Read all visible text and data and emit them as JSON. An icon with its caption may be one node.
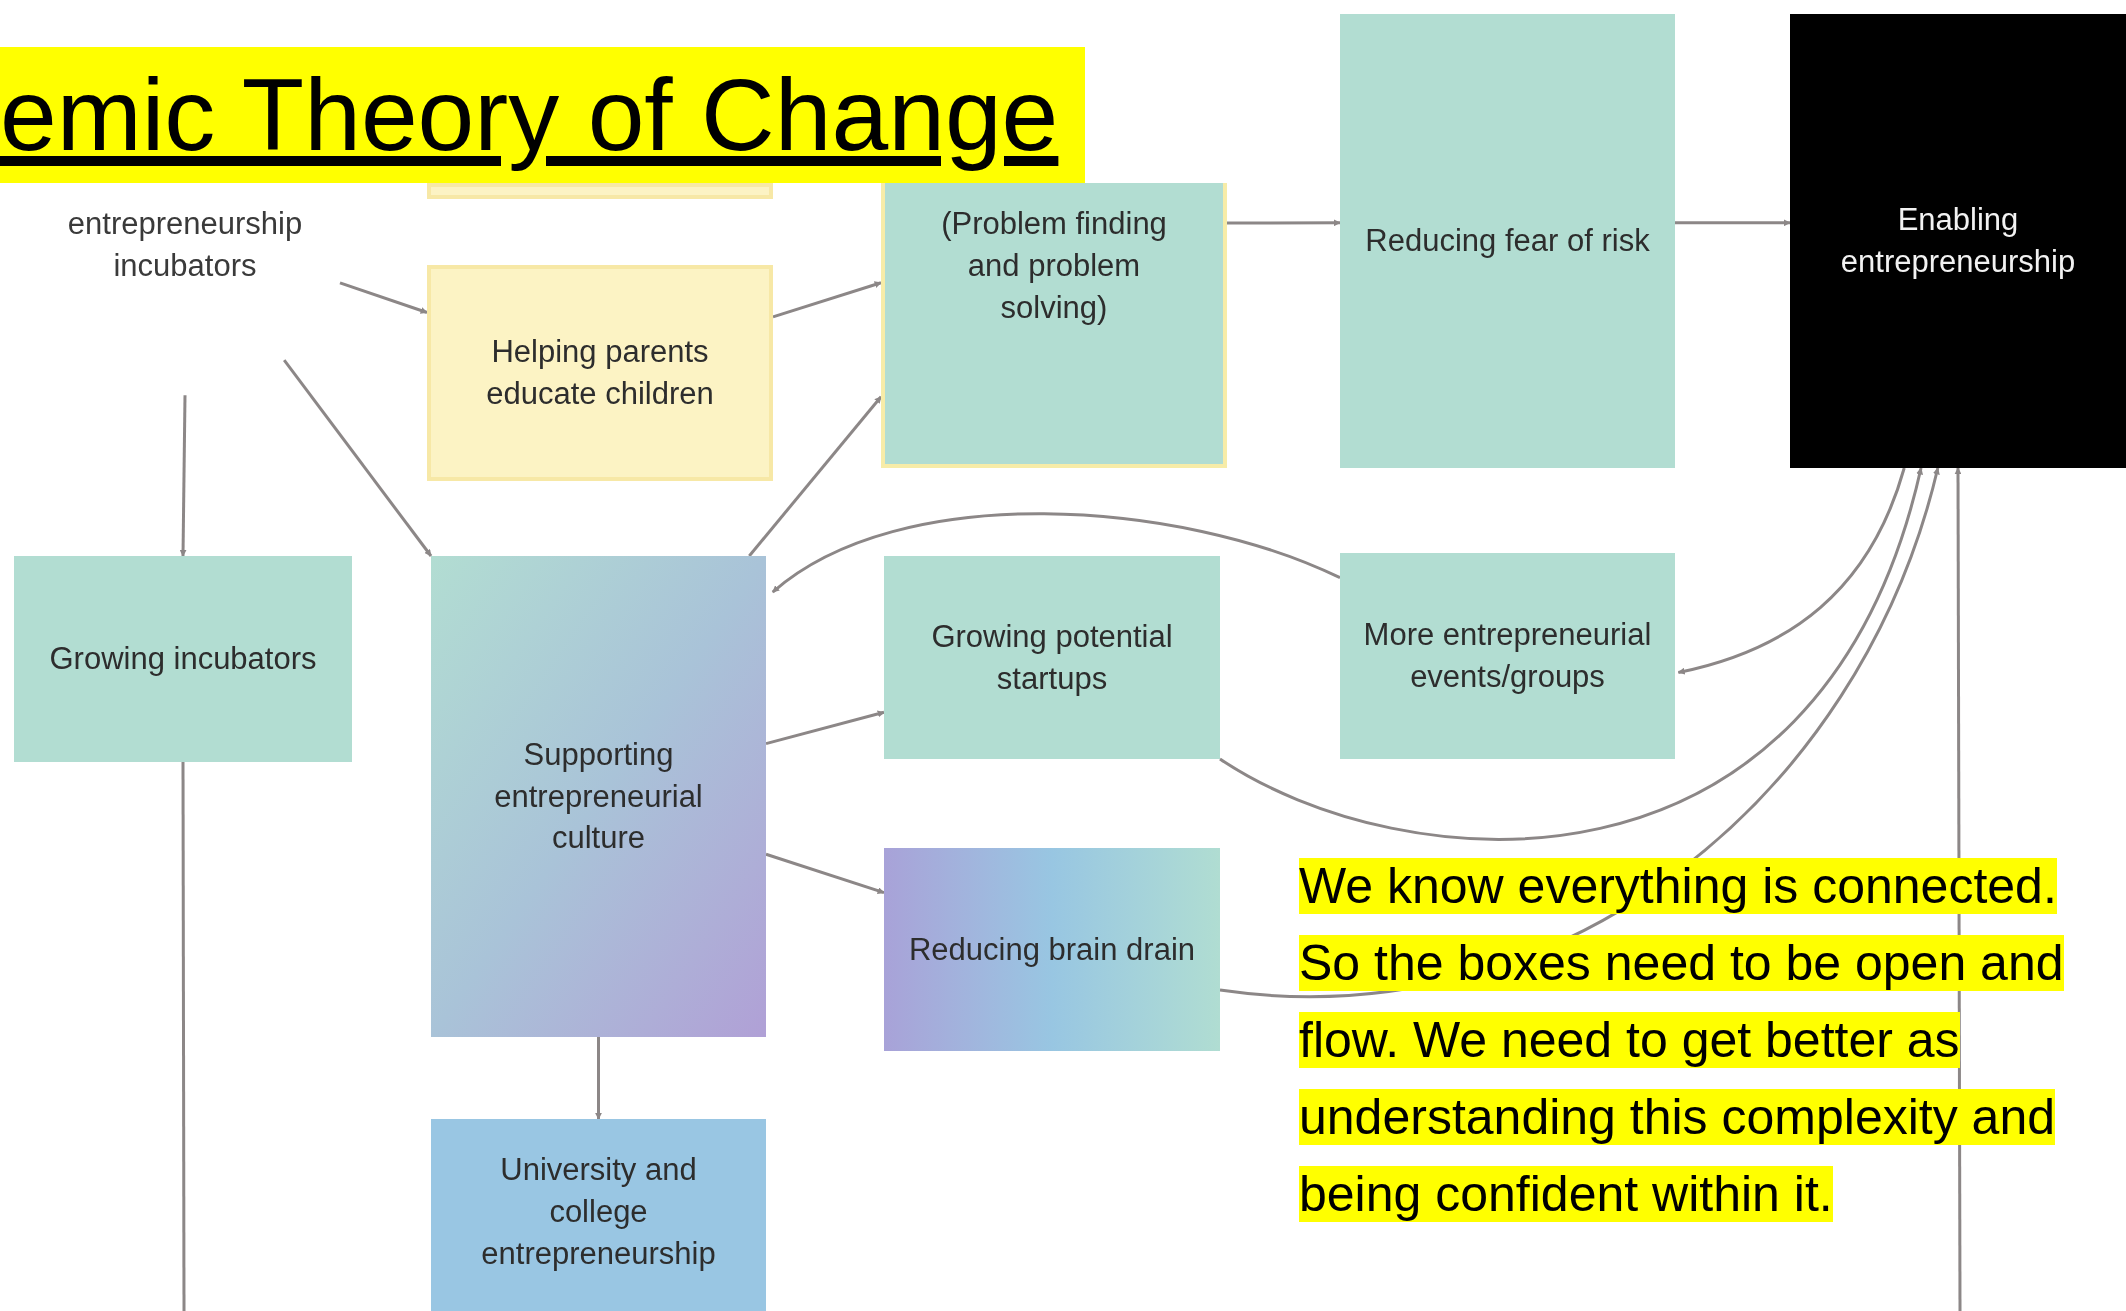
{
  "diagram": {
    "title": "emic Theory of Change",
    "nodes": [
      {
        "text": [],
        "shape": "box"
      },
      {
        "text": [
          "entrepreneurship incubators"
        ]
      },
      {
        "text": [
          "(Problem finding and problem solving)"
        ]
      },
      {
        "text": [
          "Reducing fear of risk"
        ]
      },
      {
        "text": [
          "Enabling entrepreneurship"
        ]
      },
      {
        "text": [
          "Helping parents educate children"
        ]
      },
      {
        "text": [
          "Growing incubators"
        ]
      },
      {
        "text": [
          "Supporting entrepreneurial culture"
        ]
      },
      {
        "text": [
          "Growing potential startups"
        ]
      },
      {
        "text": [
          "More entrepreneurial events/groups"
        ]
      },
      {
        "text": [
          "Reducing brain drain"
        ]
      },
      {
        "text": [
          "University and college entrepreneurship"
        ]
      }
    ],
    "edges": [
      {
        "from": 1,
        "to": 5,
        "arrow": "to"
      },
      {
        "from": 1,
        "to": 7,
        "arrow": "to"
      },
      {
        "from": 1,
        "to": 6,
        "arrow": "to"
      },
      {
        "from": 5,
        "to": 2,
        "arrow": "to"
      },
      {
        "from": 7,
        "to": 2,
        "arrow": "to"
      },
      {
        "from": 2,
        "to": 3,
        "arrow": "to"
      },
      {
        "from": 3,
        "to": 4,
        "arrow": "to"
      },
      {
        "from": 9,
        "to": 7,
        "arrow": "to"
      },
      {
        "from": 4,
        "to": 9,
        "arrow": "to"
      },
      {
        "from": 8,
        "to": 4,
        "arrow": "to"
      },
      {
        "from": 10,
        "to": 4,
        "arrow": "to"
      },
      {
        "from": 6,
        "to": null,
        "arrow": "none"
      },
      {
        "from": null,
        "to": 4,
        "arrow": "to"
      },
      {
        "from": 7,
        "to": 8,
        "arrow": "to"
      },
      {
        "from": 7,
        "to": 10,
        "arrow": "to"
      },
      {
        "from": 7,
        "to": 11,
        "arrow": "to"
      }
    ],
    "labels": [
      "We know everything is connected. So the boxes need to be open and flow. We need to get better as understanding this complexity and being confident within it."
    ]
  }
}
